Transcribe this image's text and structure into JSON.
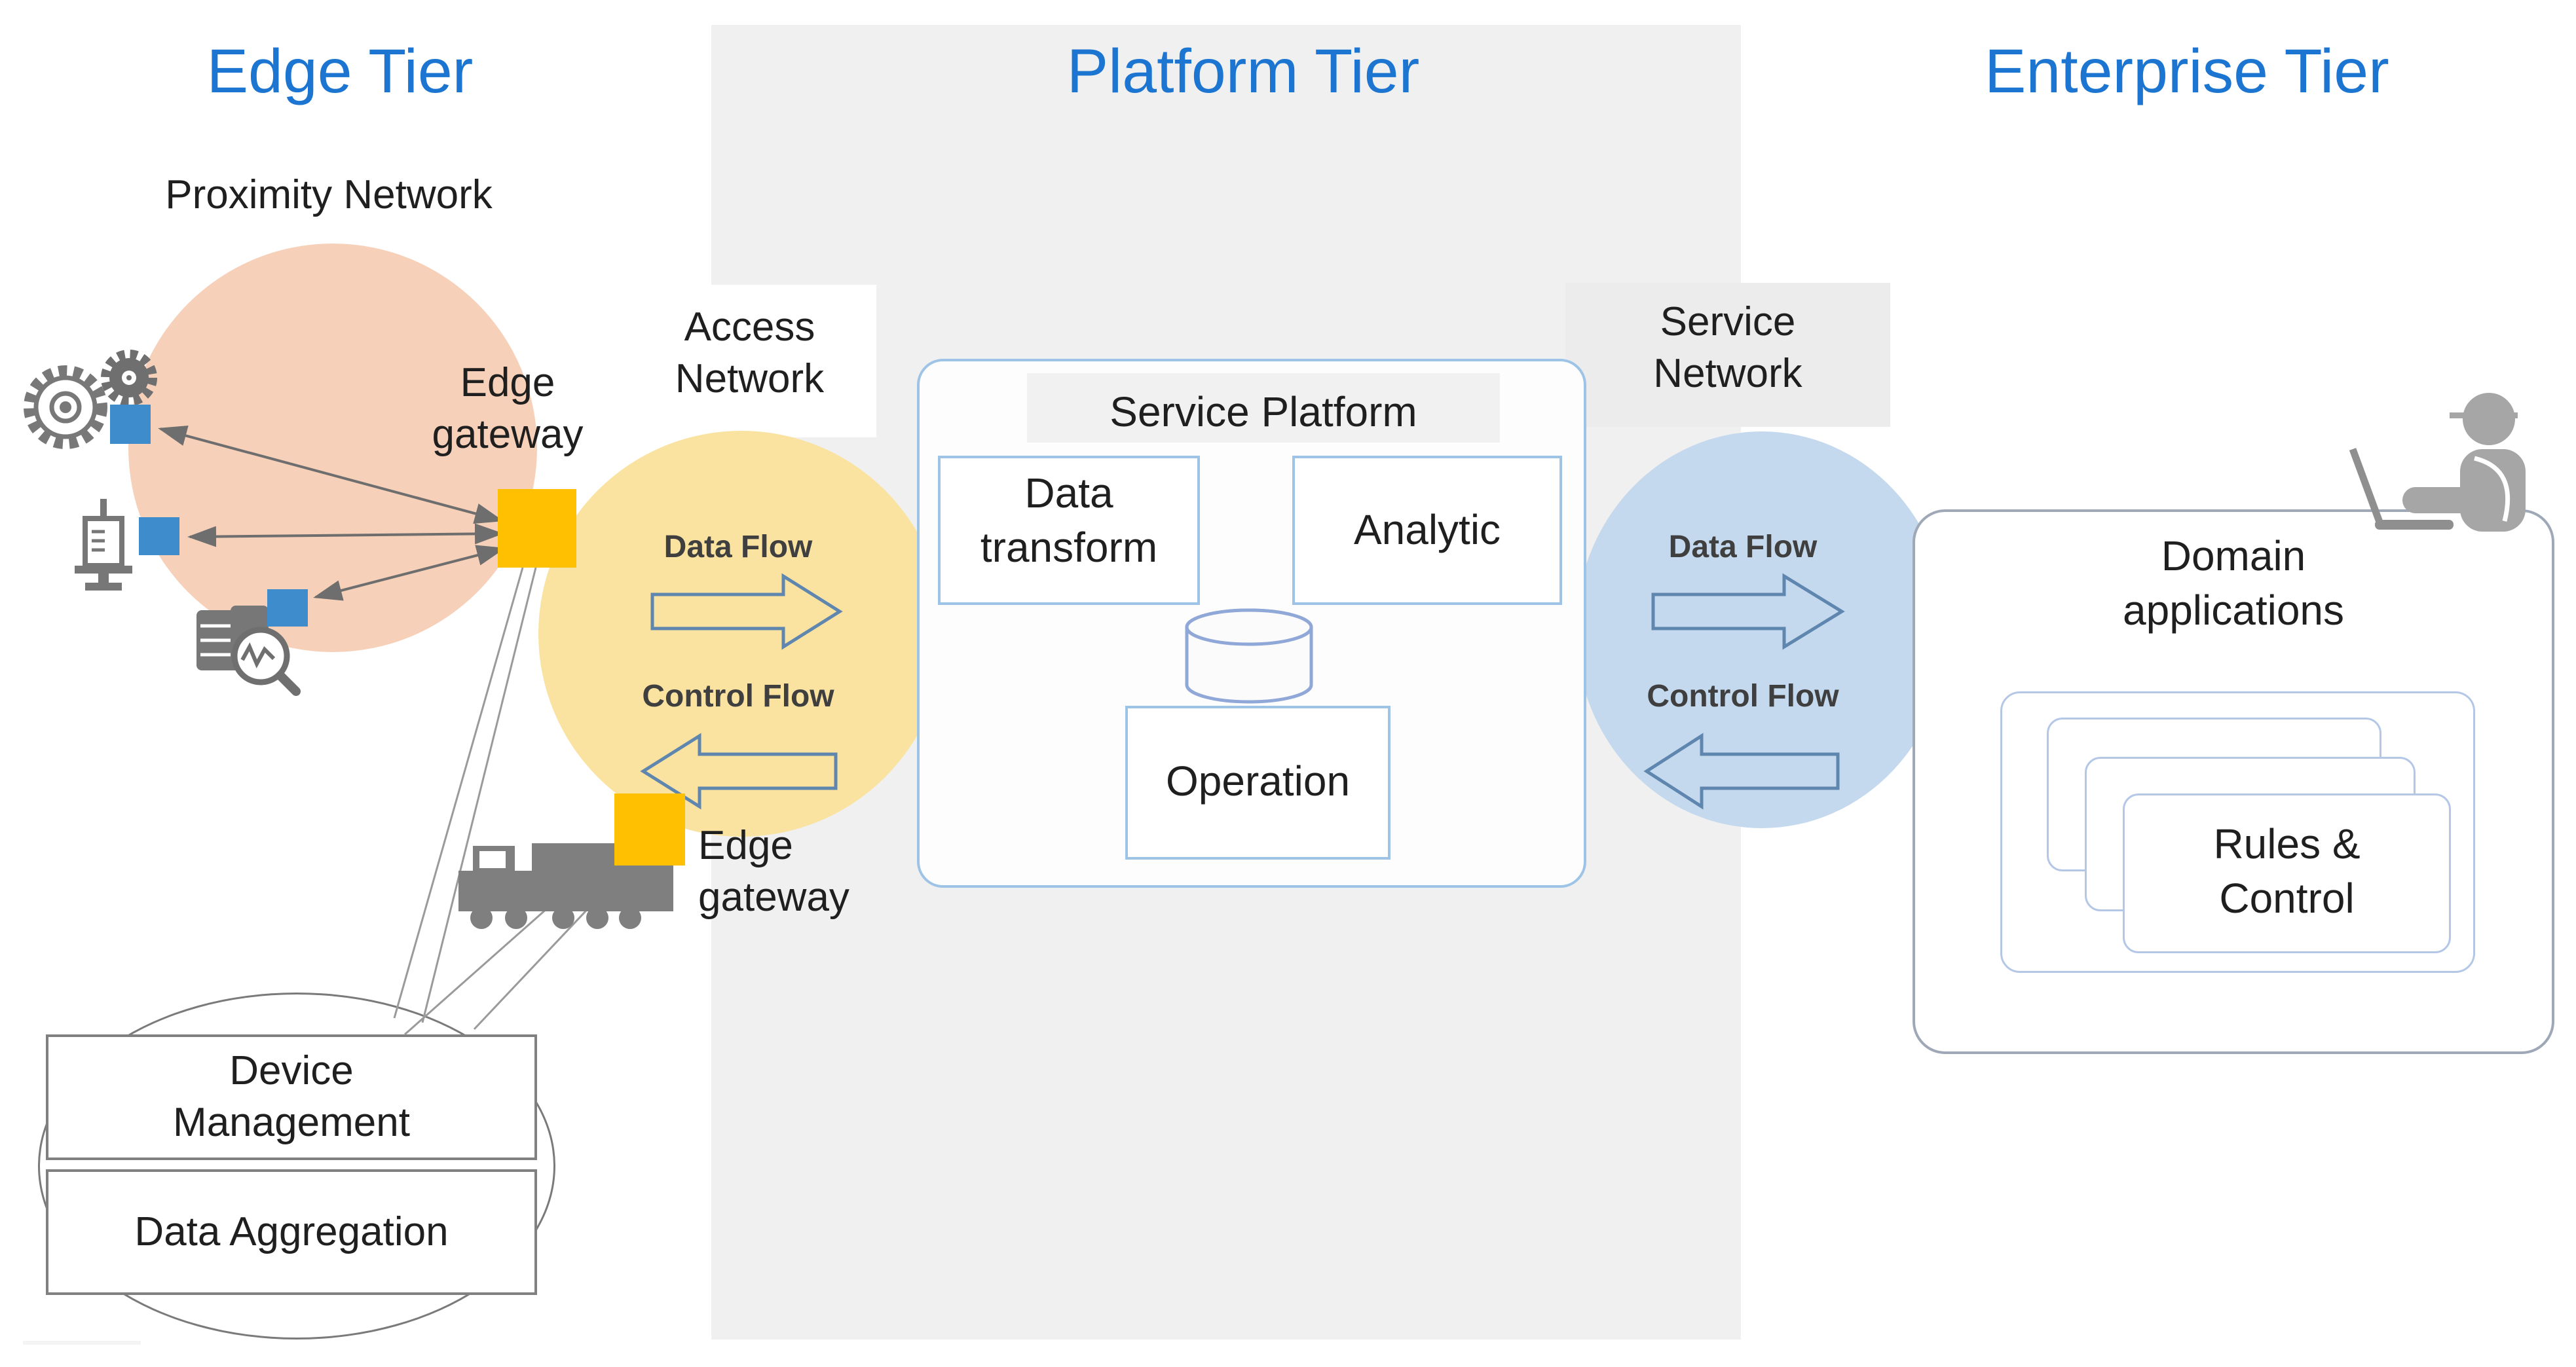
{
  "colors": {
    "tier_title": "#1B75D1",
    "platform_band": "#F0F0F0",
    "proximity_circle": "#F6D0B8",
    "access_circle": "#FAE3A1",
    "service_circle": "#C5D9EE",
    "gateway_square": "#FFC001",
    "device_square": "#3E8CCC",
    "flow_arrow_outline": "#5E86AE",
    "blue_box_border": "#9DC3E6",
    "card_border": "#B4C7E7",
    "dark_text": "#1F1F1F"
  },
  "icons": {
    "gears": "gears-icon",
    "syringe": "syringe-icon",
    "monitoring": "chart-magnifier-icon",
    "truck": "truck-icon",
    "worker": "worker-laptop-icon",
    "database": "database-cylinder-icon",
    "data_flow_arrow": "arrow-right-outline-icon",
    "control_flow_arrow": "arrow-left-outline-icon"
  },
  "tiers": {
    "edge": "Edge Tier",
    "platform": "Platform Tier",
    "enterprise": "Enterprise Tier"
  },
  "edge_tier": {
    "proximity_network": "Proximity Network",
    "access_network": {
      "line1": "Access",
      "line2": "Network"
    },
    "gateway_top": {
      "line1": "Edge",
      "line2": "gateway"
    },
    "gateway_bottom": {
      "line1": "Edge",
      "line2": "gateway"
    },
    "device_management": {
      "line1": "Device",
      "line2": "Management"
    },
    "data_aggregation": "Data Aggregation"
  },
  "flows": {
    "access": {
      "data": "Data Flow",
      "control": "Control Flow"
    },
    "service": {
      "data": "Data Flow",
      "control": "Control Flow"
    }
  },
  "service_network_label": {
    "line1": "Service",
    "line2": "Network"
  },
  "platform_tier": {
    "service_platform": "Service Platform",
    "data_transform": {
      "line1": "Data",
      "line2": "transform"
    },
    "analytic": "Analytic",
    "operation": "Operation"
  },
  "enterprise_tier": {
    "domain_applications": {
      "line1": "Domain",
      "line2": "applications"
    },
    "rules_control": {
      "line1": "Rules &",
      "line2": "Control"
    }
  }
}
